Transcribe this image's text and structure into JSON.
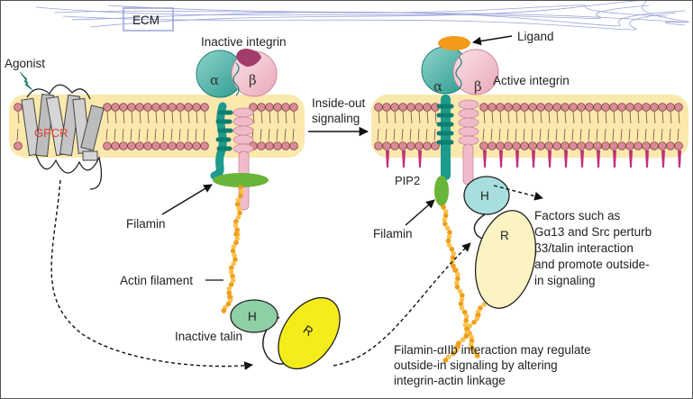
{
  "labels": {
    "ecm": "ECM",
    "ligand": "Ligand",
    "agonist": "Agonist",
    "gpcr": "GPCR",
    "inactive_integrin": "Inactive integrin",
    "active_integrin": "Active integrin",
    "inside_out_1": "Inside-out",
    "inside_out_2": "signaling",
    "alpha": "α",
    "beta": "β",
    "filamin_left": "Filamin",
    "filamin_right": "Filamin",
    "pip2": "PIP2",
    "actin_filament": "Actin filament",
    "inactive_talin": "Inactive talin",
    "talin_h": "H",
    "talin_r": "R",
    "factors_1": "Factors such as",
    "factors_2": "Gα13 and Src perturb",
    "factors_3": "β3/talin interaction",
    "factors_4": "and promote outside-",
    "factors_5": "in signaling",
    "filamin_aiib_1": "Filamin-αIIb interaction may regulate",
    "filamin_aiib_2": "outside-in signaling by altering",
    "filamin_aiib_3": "integrin-actin linkage"
  },
  "colors": {
    "alpha_subunit": "#4db3a8",
    "beta_subunit": "#f3c4d0",
    "filamin": "#6ab43a",
    "actin": "#f2a51f",
    "talin_h": "#8fcfa6",
    "talin_r_inactive": "#f5ec1c",
    "talin_r_active": "#fbf3c2",
    "membrane_head": "#d98a94",
    "membrane_glow": "#fbe7a8",
    "ligand": "#f39a1b",
    "gpcr_text": "#e04030",
    "ecm_fiber": "#9aa3d8"
  }
}
